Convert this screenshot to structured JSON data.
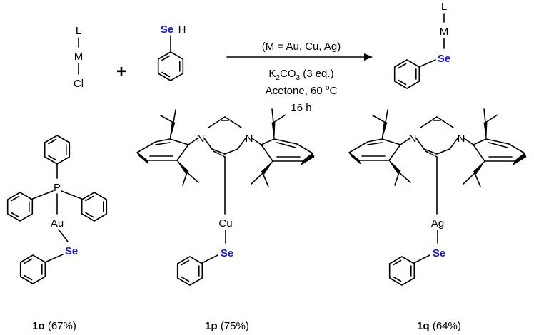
{
  "reactants": {
    "lmcl": {
      "l": "L",
      "m": "M",
      "cl": "Cl"
    },
    "plus": "+",
    "selenol": {
      "se": "Se",
      "h": "H"
    }
  },
  "conditions": {
    "line1": "(M = Au, Cu, Ag)",
    "line2_pre": "K",
    "line2_sub1": "2",
    "line2_mid": "CO",
    "line2_sub2": "3",
    "line2_post": " (3 eq.)",
    "line3_pre": "Acetone, 60 ",
    "line3_sup": "o",
    "line3_post": "C",
    "line4": "16 h"
  },
  "product": {
    "l": "L",
    "m": "M",
    "se": "Se"
  },
  "complexes": [
    {
      "id": "1o",
      "yield": " (67%)",
      "p": "P",
      "metal": "Au",
      "se": "Se"
    },
    {
      "id": "1p",
      "yield": " (75%)",
      "n1": "N",
      "n2": "N",
      "metal": "Cu",
      "se": "Se"
    },
    {
      "id": "1q",
      "yield": " (64%)",
      "n1": "N",
      "n2": "N",
      "metal": "Ag",
      "se": "Se"
    }
  ]
}
